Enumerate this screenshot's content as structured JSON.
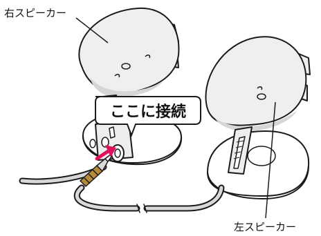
{
  "labels": {
    "right_speaker": "右スピーカー",
    "left_speaker": "左スピーカー",
    "callout": "ここに接続"
  },
  "colors": {
    "outline": "#1a1a1a",
    "speaker_fill": "#ededed",
    "base_fill": "#ffffff",
    "arrow": "#e0115f",
    "plug_gold": "#b58a3a",
    "cable": "#d8d8d8"
  }
}
